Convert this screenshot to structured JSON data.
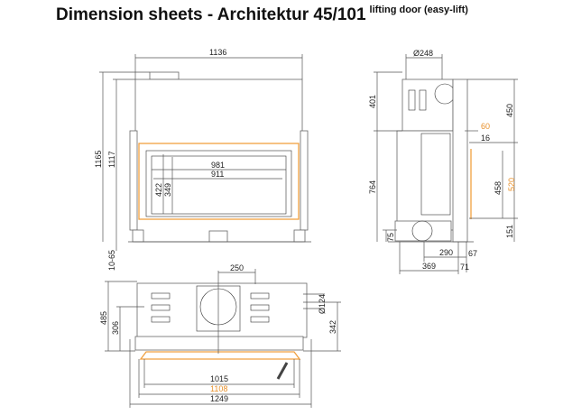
{
  "header": {
    "title": "Dimension sheets - Architektur 45/101",
    "subtitle": "lifting door (easy-lift)"
  },
  "colors": {
    "accent": "#f0a040",
    "line": "#555555"
  },
  "front_view": {
    "width_total": "1136",
    "height_total": "1165",
    "height_body": "1117",
    "feet": "10-65",
    "glass_width_outer": "981",
    "glass_width_inner": "911",
    "glass_height_outer": "422",
    "glass_height_inner": "349"
  },
  "side_view": {
    "flue_diameter": "Ø248",
    "upper_height": "401",
    "lower_height": "764",
    "base_height": "75",
    "top_to_door": "450",
    "door_offset_orange": "60",
    "door_offset": "16",
    "opening_height": "458",
    "opening_height_orange": "520",
    "bottom_to_door": "151",
    "depth_front": "290",
    "depth_67": "67",
    "depth_total": "369",
    "depth_71": "71"
  },
  "plan_view": {
    "flue_offset": "250",
    "depth_total": "485",
    "depth_306": "306",
    "depth_342": "342",
    "air_diameter": "Ø124",
    "width_inner": "1015",
    "width_orange": "1108",
    "width_total": "1249"
  }
}
